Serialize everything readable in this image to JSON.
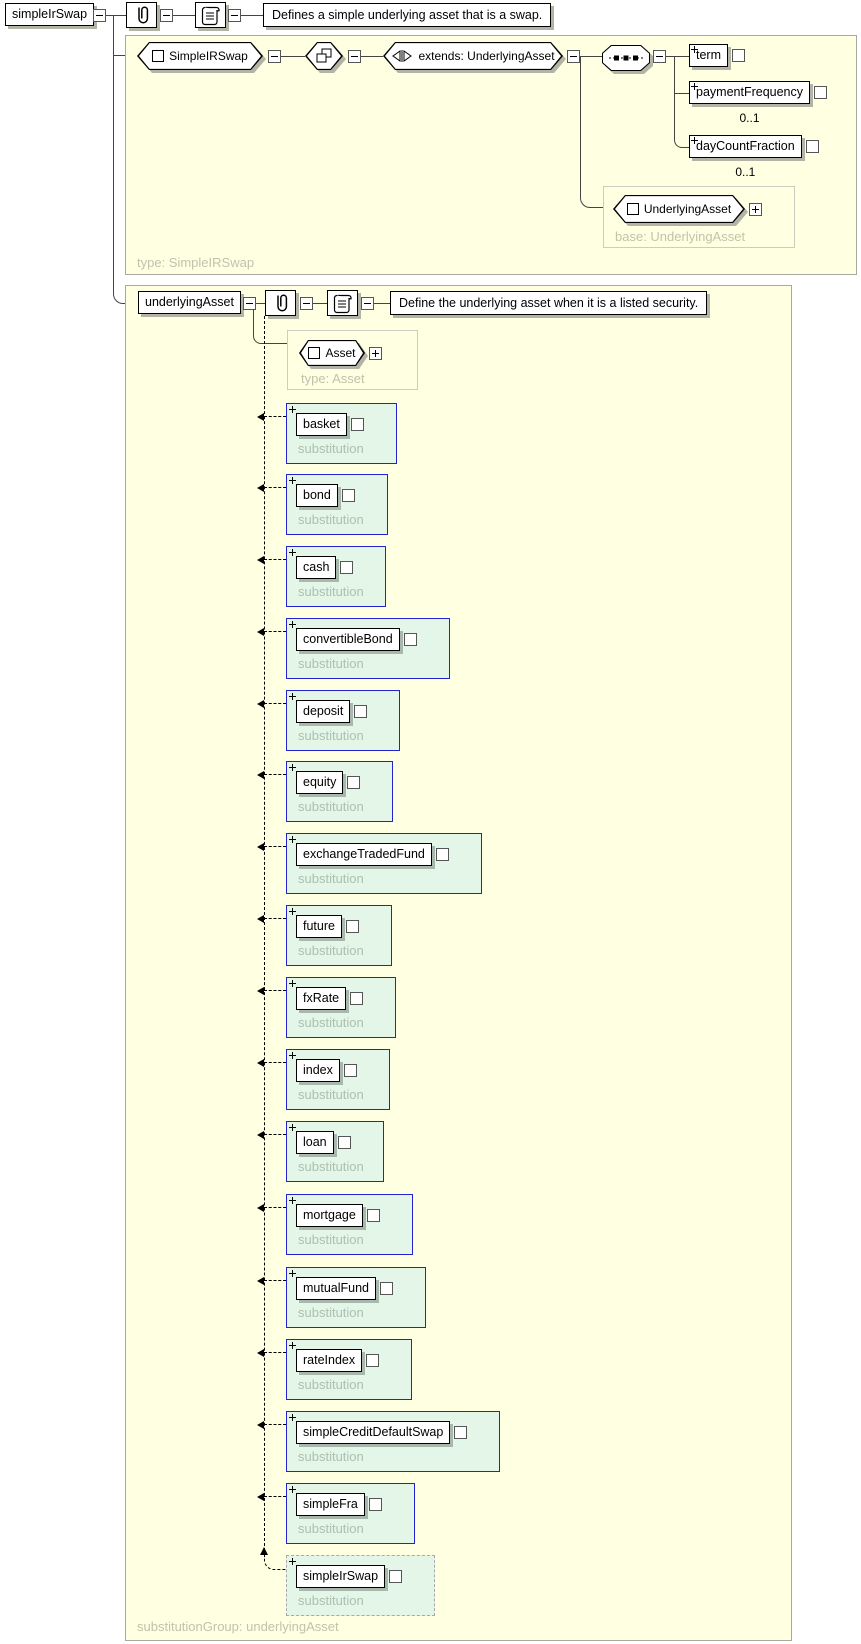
{
  "root": {
    "label": "simpleIrSwap",
    "annotation": "Defines a simple underlying asset that is a swap."
  },
  "simple_ir_swap_type": {
    "name": "SimpleIRSwap",
    "note": "type: SimpleIRSwap",
    "extension_label": "extends: UnderlyingAsset",
    "sequence_children": [
      {
        "label": "term",
        "cardinality": ""
      },
      {
        "label": "paymentFrequency",
        "cardinality": "0..1"
      },
      {
        "label": "dayCountFraction",
        "cardinality": "0..1"
      }
    ],
    "base_group": {
      "name": "UnderlyingAsset",
      "note": "base: UnderlyingAsset"
    }
  },
  "substitution_group": {
    "head": {
      "label": "underlyingAsset",
      "annotation": "Define the underlying asset when it is a listed security."
    },
    "head_type": {
      "name": "Asset",
      "note": "type: Asset"
    },
    "group_note": "substitutionGroup: underlyingAsset",
    "member_caption": "substitution",
    "members": [
      "basket",
      "bond",
      "cash",
      "convertibleBond",
      "deposit",
      "equity",
      "exchangeTradedFund",
      "future",
      "fxRate",
      "index",
      "loan",
      "mortgage",
      "mutualFund",
      "rateIndex",
      "simpleCreditDefaultSwap",
      "simpleFra",
      "simpleIrSwap"
    ]
  },
  "colors": {
    "panel_bg": "#ffffe1",
    "member_bg": "#e3f6e8",
    "member_border": "#2323d2",
    "note_text": "#c2c2ae",
    "shadow": "#b3b3a6"
  }
}
